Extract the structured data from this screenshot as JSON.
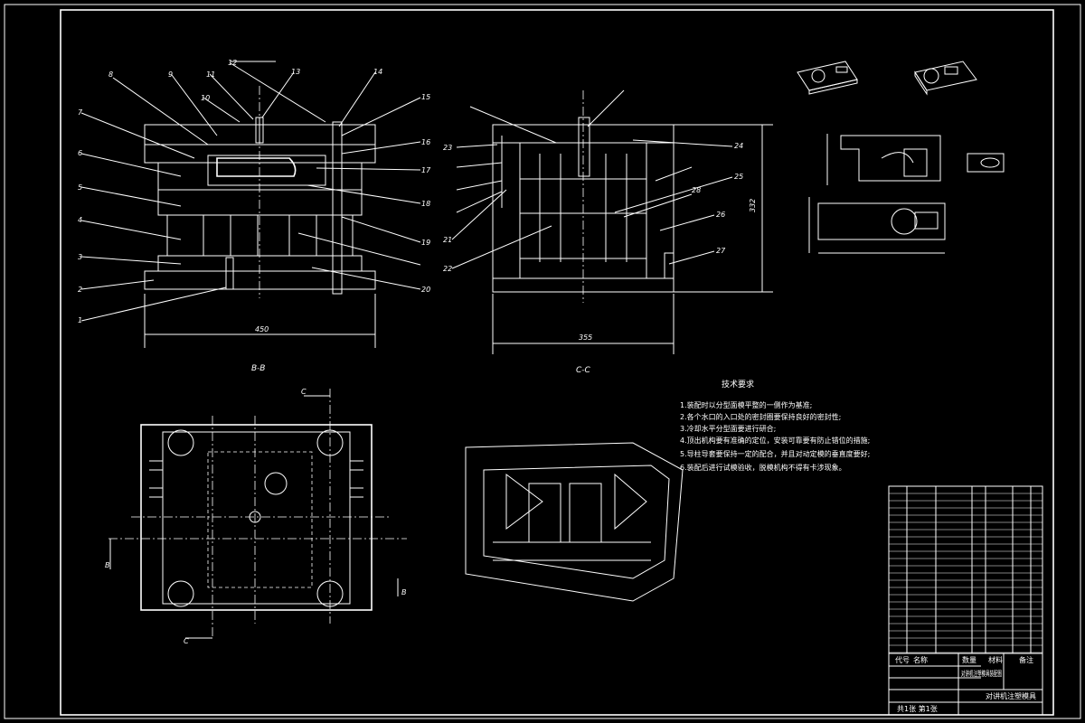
{
  "views": {
    "section_bb": {
      "caption": "B-B",
      "width_dim": "450",
      "part_labels": [
        "1",
        "2",
        "3",
        "4",
        "5",
        "6",
        "7",
        "8",
        "9",
        "10",
        "11",
        "12",
        "13",
        "14",
        "15",
        "16",
        "17",
        "18",
        "19",
        "20"
      ]
    },
    "section_cc": {
      "caption": "C-C",
      "width_dim": "355",
      "height_dim": "332",
      "part_labels": [
        "21",
        "22",
        "23",
        "24",
        "25",
        "26",
        "27",
        "28"
      ]
    },
    "plan_view": {
      "section_marks": [
        "B",
        "B",
        "C",
        "C"
      ]
    }
  },
  "tech_requirements": {
    "title": "技术要求",
    "items": [
      "1.装配时以分型面模平整的一侧作为基准;",
      "2.各个水口的入口处的密封圈要保持良好的密封性;",
      "3.冷却水平分型面要进行研合;",
      "4.顶出机构要有准确的定位，安装可靠要有防止错位的措施;",
      "5.导柱导套要保持一定的配合，并且对动定模的垂直度要好;",
      "6.装配后进行试模验收，脱模机构不得有卡涉现象。"
    ]
  },
  "title_block": {
    "drawing_name": "对讲机注塑模具装配图",
    "drawing_name_short": "对讲机注塑模具",
    "scale_row": "共1张 第1张",
    "header_labels": [
      "代号",
      "名称",
      "数量",
      "材料",
      "备注"
    ]
  }
}
